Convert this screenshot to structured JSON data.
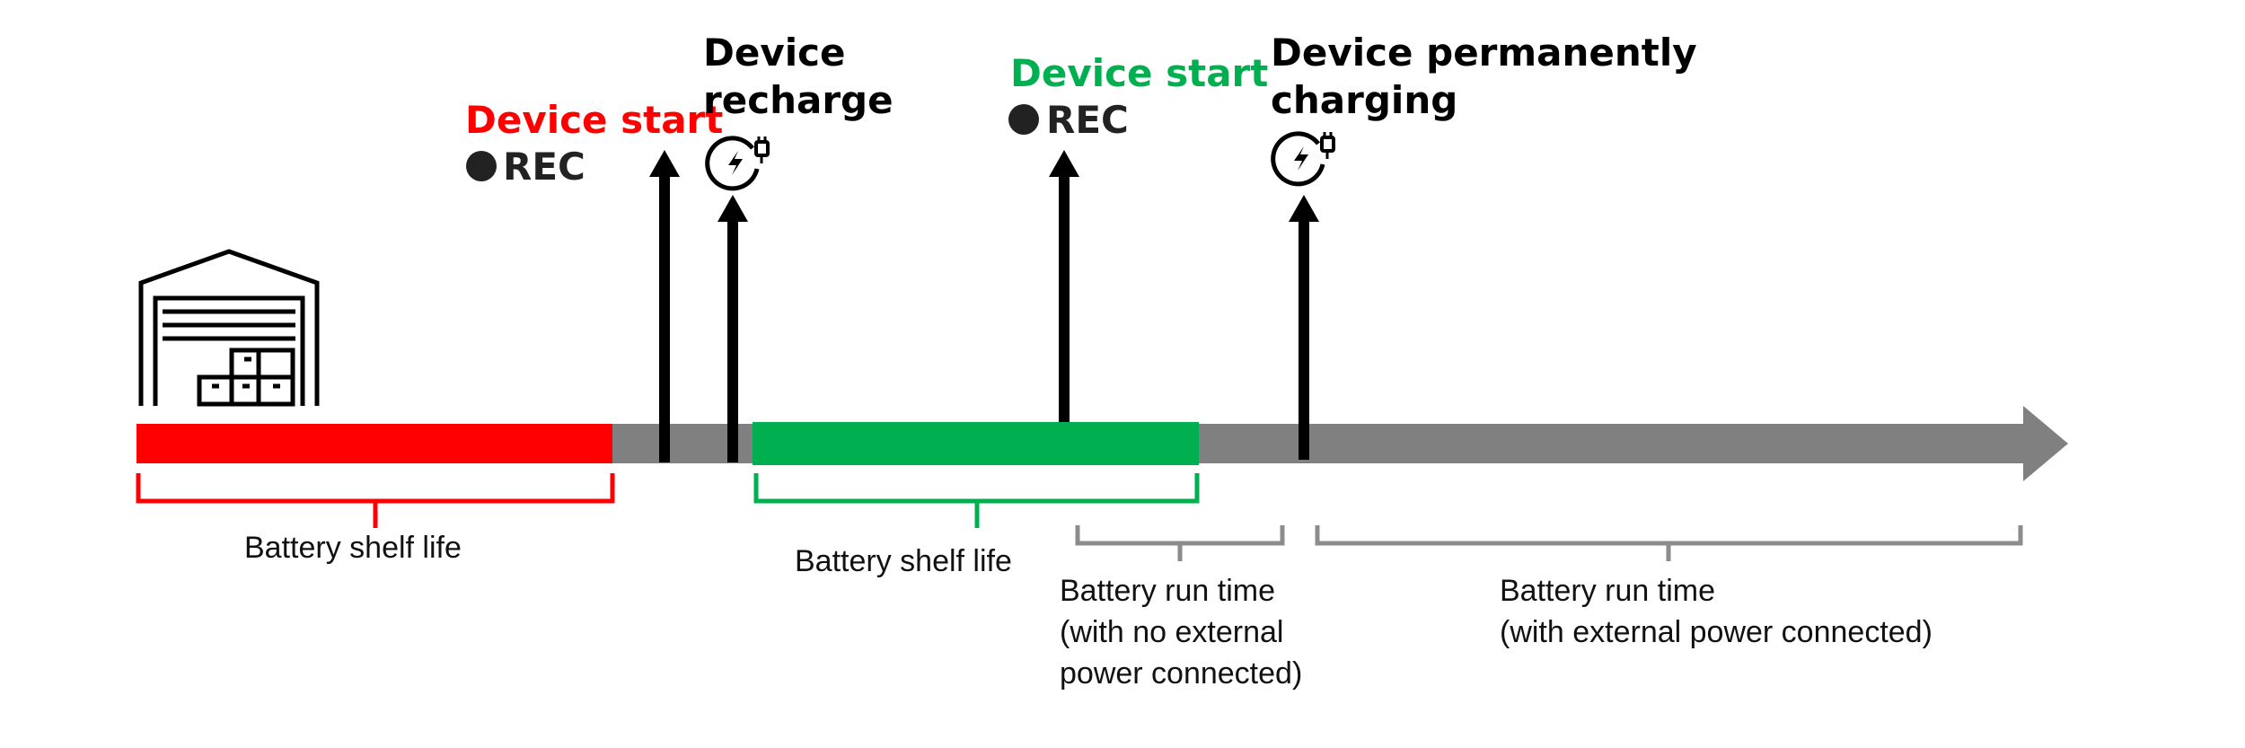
{
  "colors": {
    "timeline": "#808080",
    "shelf_red": "#ff0000",
    "shelf_green": "#00b050",
    "runtime_bracket": "#8c8c8c",
    "arrow": "#000000",
    "text": "#111111"
  },
  "icons": {
    "warehouse": "warehouse-icon",
    "record": "record-dot-icon",
    "charging": "charging-plug-icon"
  },
  "events": {
    "start1": {
      "title": "Device start",
      "title_color": "#ff0000",
      "rec_label": "REC"
    },
    "recharge": {
      "title_line1": "Device",
      "title_line2": "recharge"
    },
    "start2": {
      "title": "Device start",
      "title_color": "#00b050",
      "rec_label": "REC"
    },
    "permanent": {
      "title_line1": "Device permanently",
      "title_line2": "charging"
    }
  },
  "annotations": {
    "shelf1": "Battery shelf life",
    "shelf2": "Battery shelf life",
    "runtime1": [
      "Battery run time",
      "(with no external",
      "power connected)"
    ],
    "runtime2": [
      "Battery run time",
      "(with external power connected)"
    ]
  }
}
